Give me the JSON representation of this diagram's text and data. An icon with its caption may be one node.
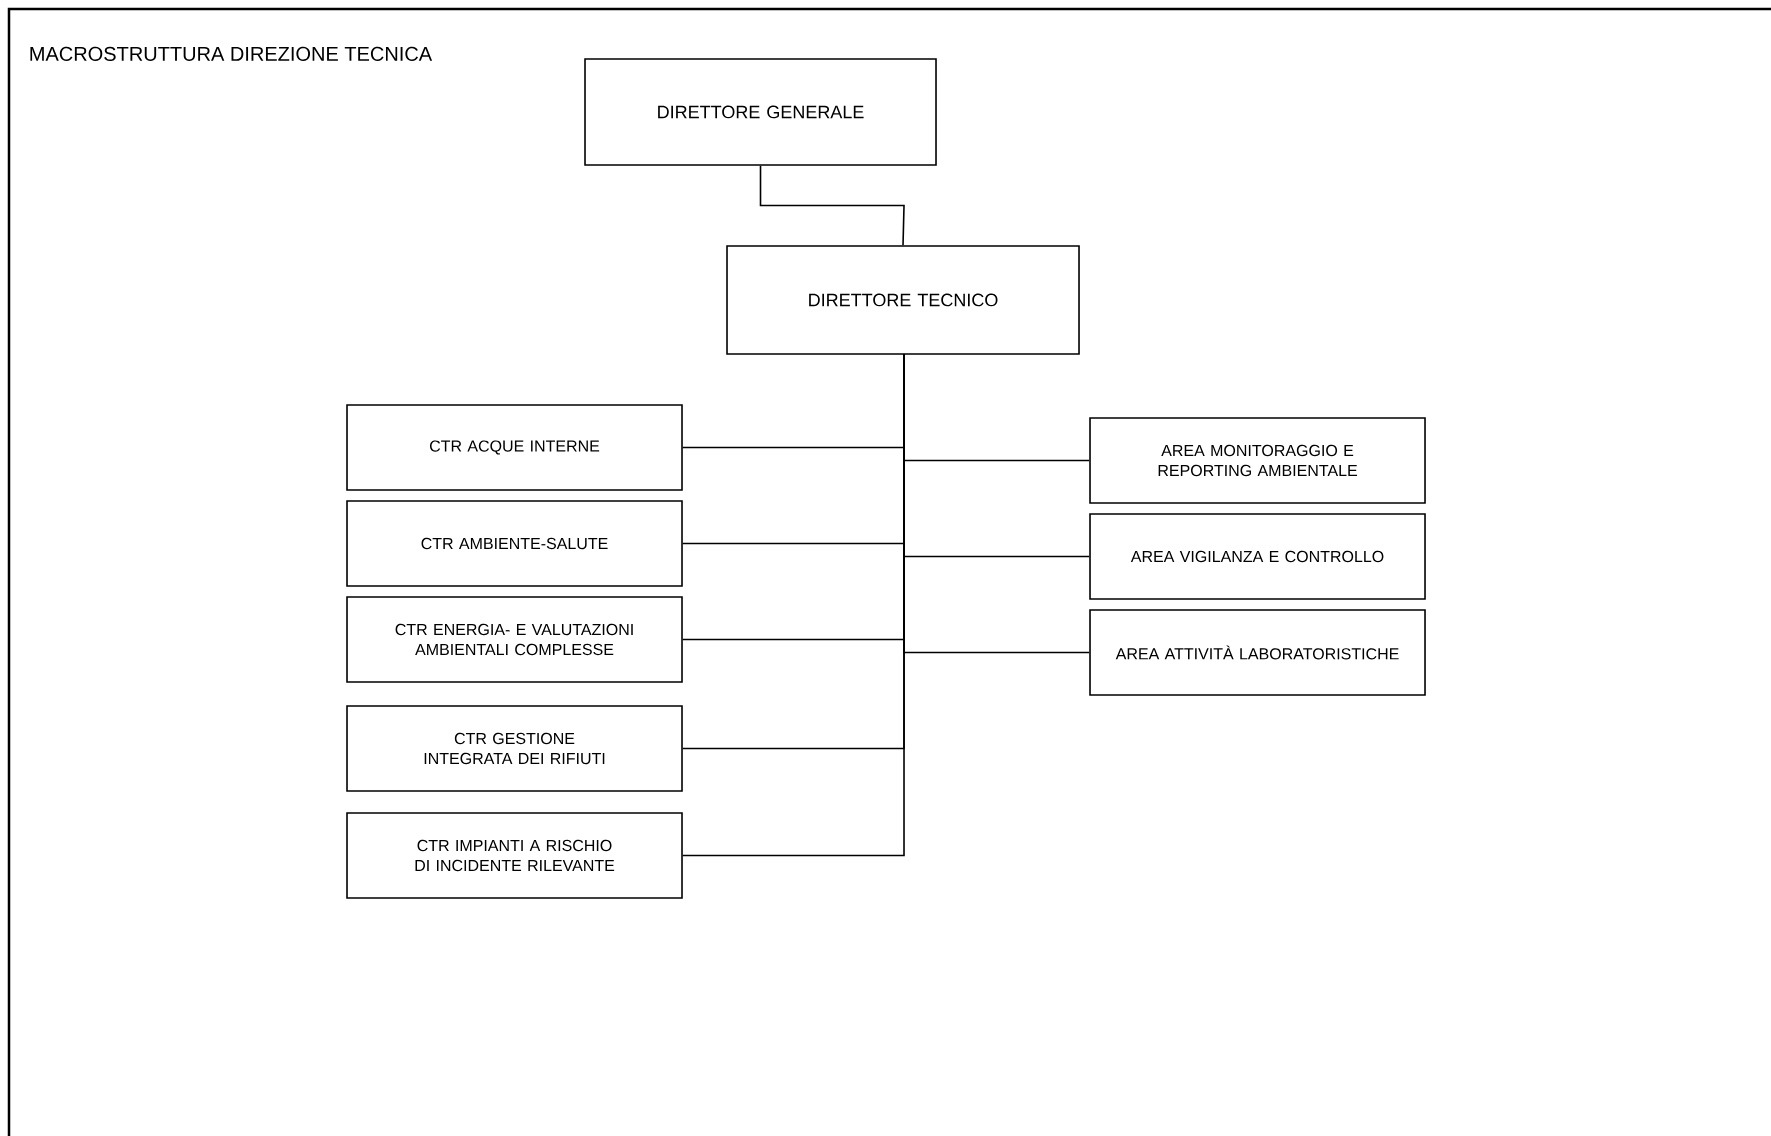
{
  "diagram": {
    "title": "MACROSTRUTTURA DIREZIONE TECNICA",
    "nodes": [
      {
        "text": [
          "DIRETTORE GENERALE"
        ]
      },
      {
        "text": [
          "DIRETTORE TECNICO"
        ]
      },
      {
        "text": [
          "CTR ACQUE INTERNE"
        ]
      },
      {
        "text": [
          "CTR AMBIENTE-SALUTE"
        ]
      },
      {
        "text": [
          "CTR ENERGIA- E VALUTAZIONI AMBIENTALI COMPLESSE"
        ]
      },
      {
        "text": [
          "CTR GESTIONE INTEGRATA DEI RIFIUTI"
        ]
      },
      {
        "text": [
          "CTR IMPIANTI A RISCHIO DI INCIDENTE RILEVANTE"
        ]
      },
      {
        "text": [
          "AREA MONITORAGGIO E REPORTING AMBIENTALE"
        ]
      },
      {
        "text": [
          "AREA VIGILANZA E CONTROLLO"
        ]
      },
      {
        "text": [
          "AREA ATTIVITÀ LABORATORISTICHE"
        ]
      }
    ],
    "edges": [
      {
        "from": 0,
        "to": 1,
        "arrow": "none"
      },
      {
        "from": 1,
        "to": 2,
        "arrow": "none"
      },
      {
        "from": 1,
        "to": 3,
        "arrow": "none"
      },
      {
        "from": 1,
        "to": 4,
        "arrow": "none"
      },
      {
        "from": 1,
        "to": 5,
        "arrow": "none"
      },
      {
        "from": 1,
        "to": 6,
        "arrow": "none"
      },
      {
        "from": 1,
        "to": 7,
        "arrow": "none"
      },
      {
        "from": 1,
        "to": 8,
        "arrow": "none"
      },
      {
        "from": 1,
        "to": 9,
        "arrow": "none"
      }
    ]
  }
}
